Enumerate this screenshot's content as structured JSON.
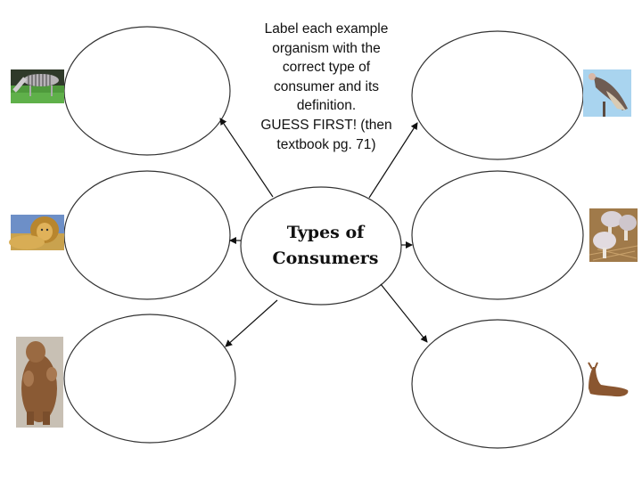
{
  "instructions": {
    "line1": "Label each example",
    "line2": "organism with the",
    "line3": "correct type of",
    "line4": "consumer and its",
    "line5": "definition.",
    "line6": "GUESS FIRST! (then",
    "line7": "textbook pg. 71)"
  },
  "center": {
    "line1": "Types of",
    "line2": "Consumers"
  },
  "colors": {
    "stroke": "#333333",
    "background": "#ffffff"
  },
  "organisms": [
    {
      "position": "top-left",
      "subject": "zebra",
      "icon": "zebra-photo"
    },
    {
      "position": "middle-left",
      "subject": "lion",
      "icon": "lion-photo"
    },
    {
      "position": "bottom-left",
      "subject": "bear",
      "icon": "bear-photo"
    },
    {
      "position": "top-right",
      "subject": "vulture",
      "icon": "vulture-photo"
    },
    {
      "position": "middle-right",
      "subject": "mushrooms",
      "icon": "mushroom-photo"
    },
    {
      "position": "bottom-right",
      "subject": "slug",
      "icon": "slug-photo"
    }
  ]
}
